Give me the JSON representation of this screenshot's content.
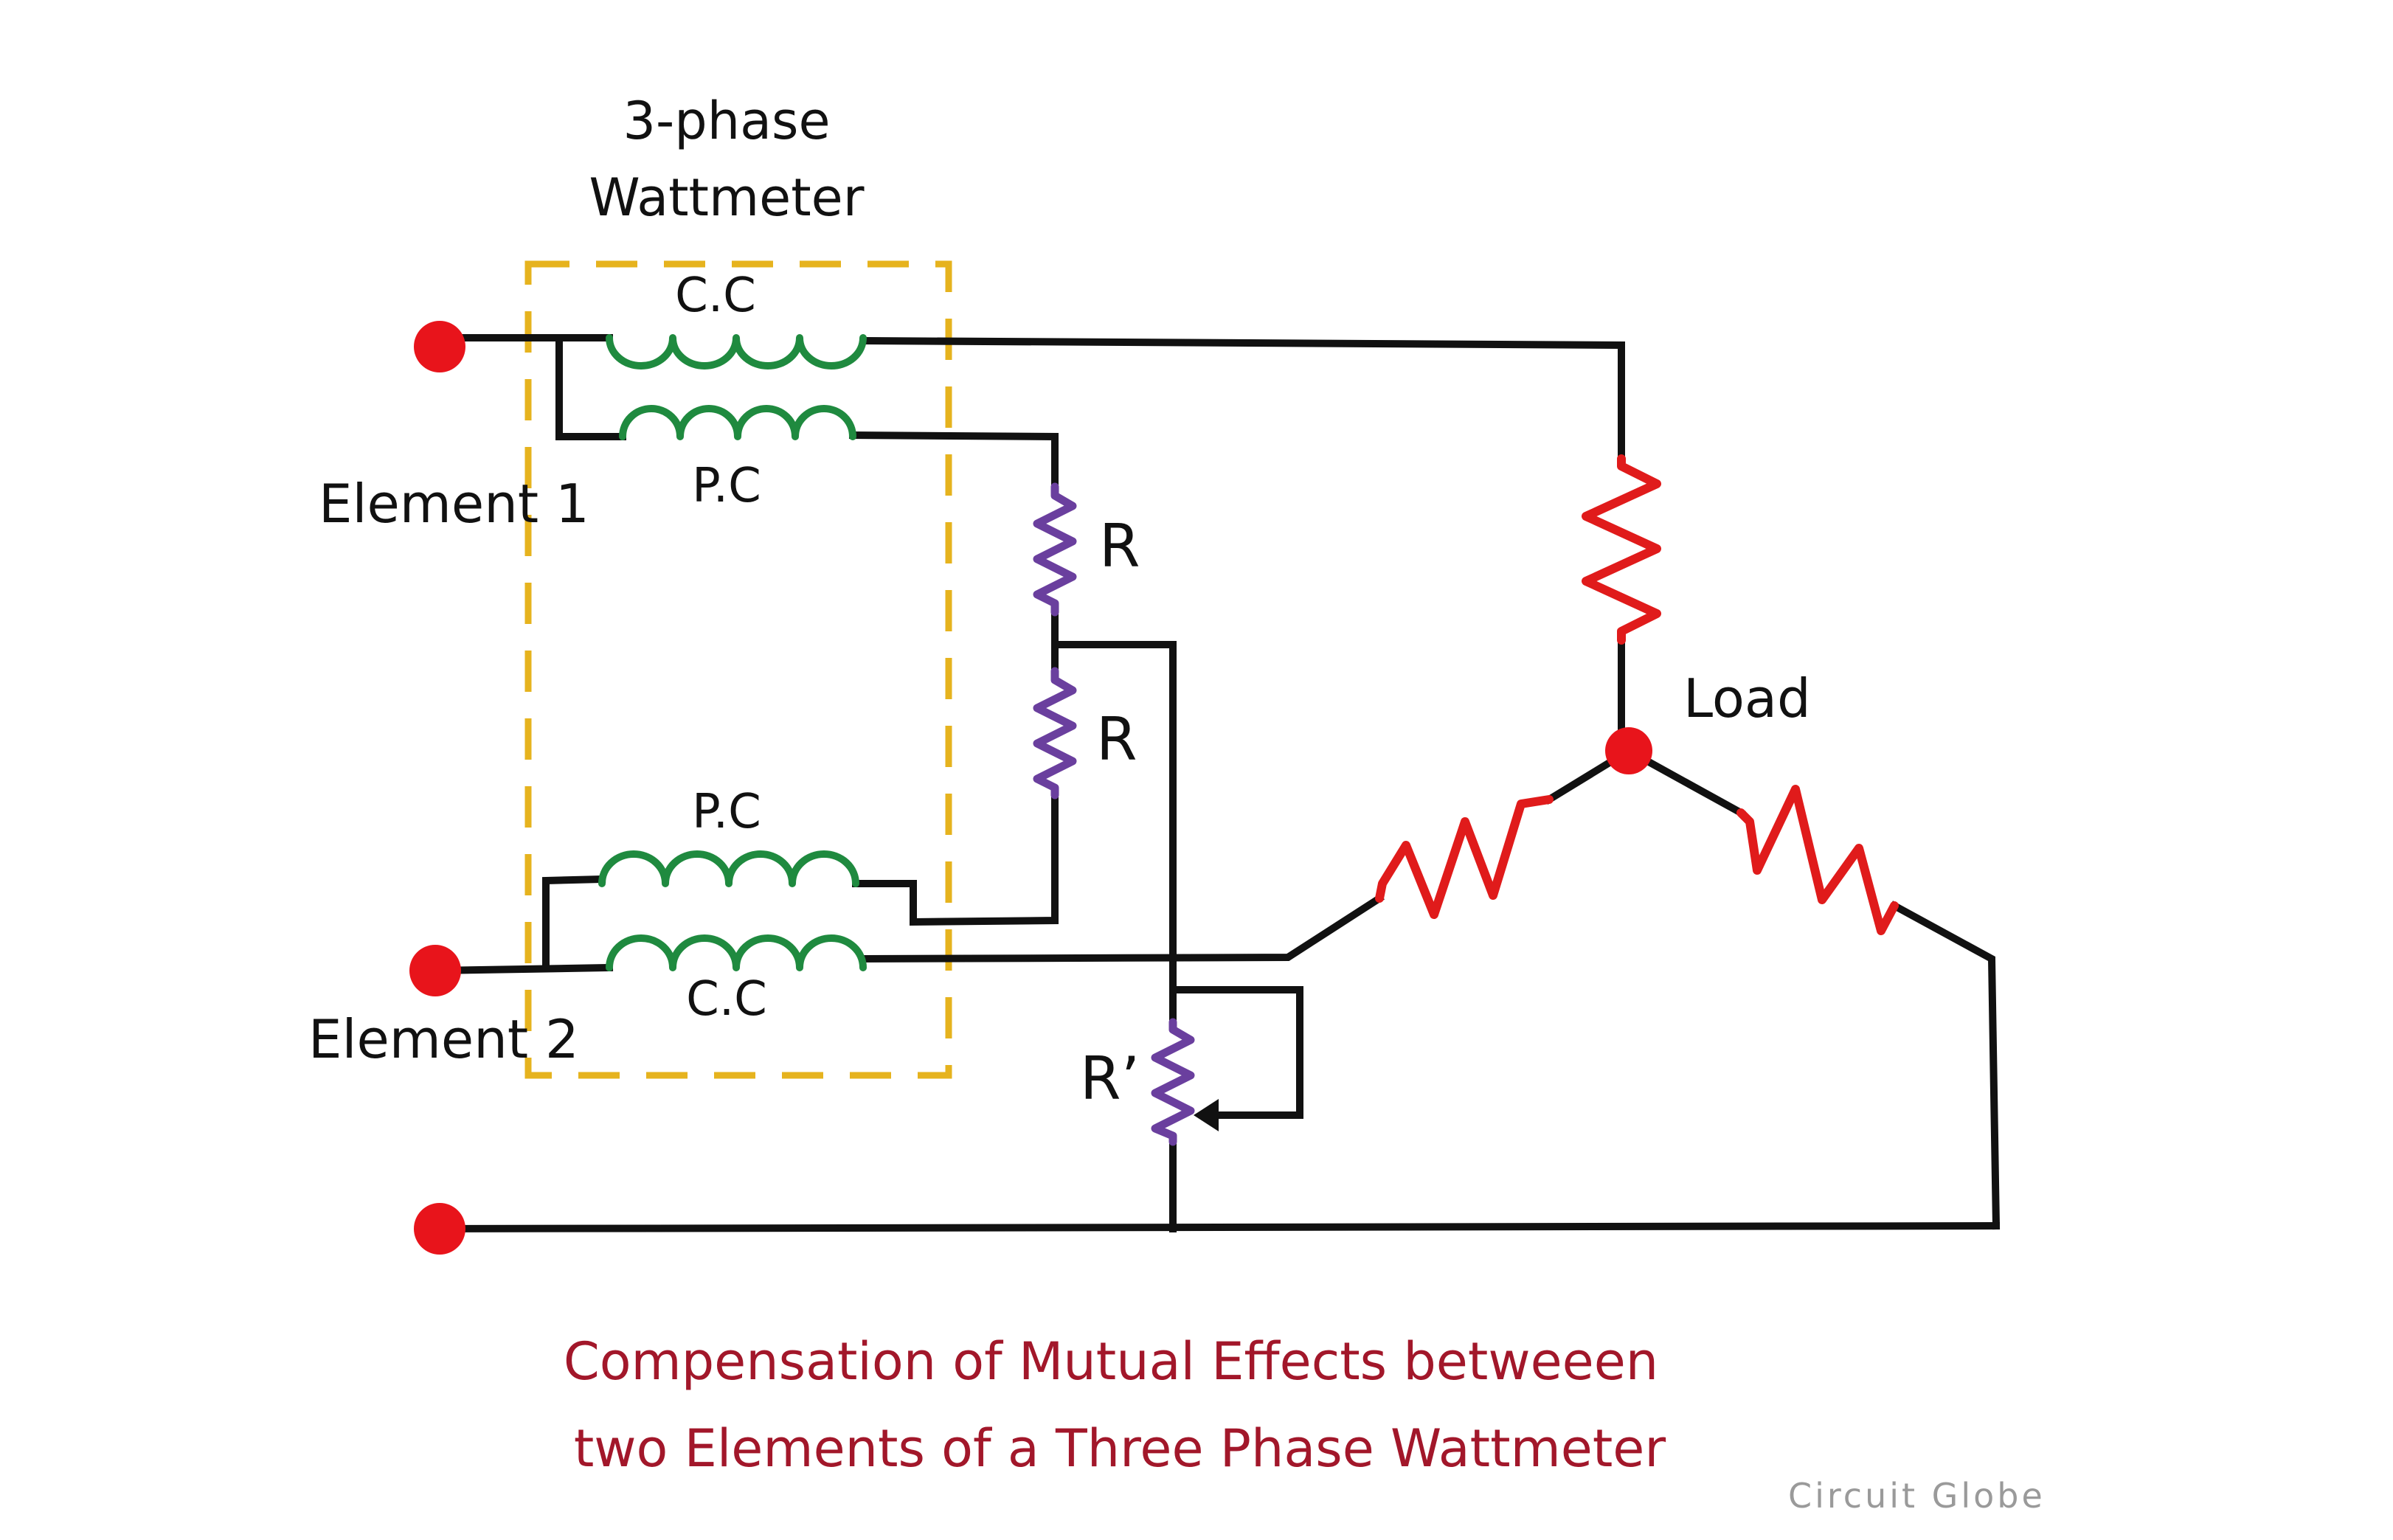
{
  "labels": {
    "meter_title_line1": "3-phase",
    "meter_title_line2": "Wattmeter",
    "cc_top": "C.C",
    "pc_top": "P.C",
    "pc_bottom": "P.C",
    "cc_bottom": "C.C",
    "element1": "Element 1",
    "element2": "Element 2",
    "r_upper": "R",
    "r_lower": "R",
    "r_prime": "R’",
    "load": "Load"
  },
  "caption": {
    "line1": "Compensation of Mutual Effects betweeen",
    "line2": "two Elements of a Three Phase Wattmeter"
  },
  "watermark": "Circuit Globe",
  "colors": {
    "wire": "#111111",
    "coil": "#1f8a3f",
    "resistor_meter": "#6a3f9e",
    "resistor_load": "#e01b1b",
    "terminal": "#e8141b",
    "meter_box": "#e6b31e",
    "caption": "#a2172a"
  }
}
